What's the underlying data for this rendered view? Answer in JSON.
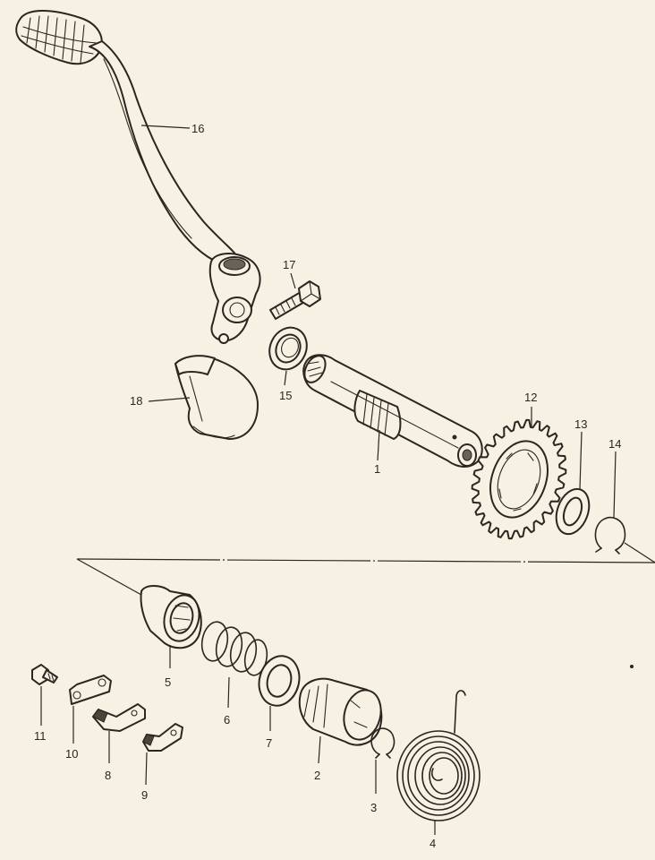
{
  "labels": {
    "p1": "1",
    "p2": "2",
    "p3": "3",
    "p4": "4",
    "p5": "5",
    "p6": "6",
    "p7": "7",
    "p8": "8",
    "p9": "9",
    "p10": "10",
    "p11": "11",
    "p12": "12",
    "p13": "13",
    "p14": "14",
    "p15": "15",
    "p16": "16",
    "p17": "17",
    "p18": "18"
  },
  "colors": {
    "paper": "#f6f1e3",
    "ink": "#2a2620"
  }
}
